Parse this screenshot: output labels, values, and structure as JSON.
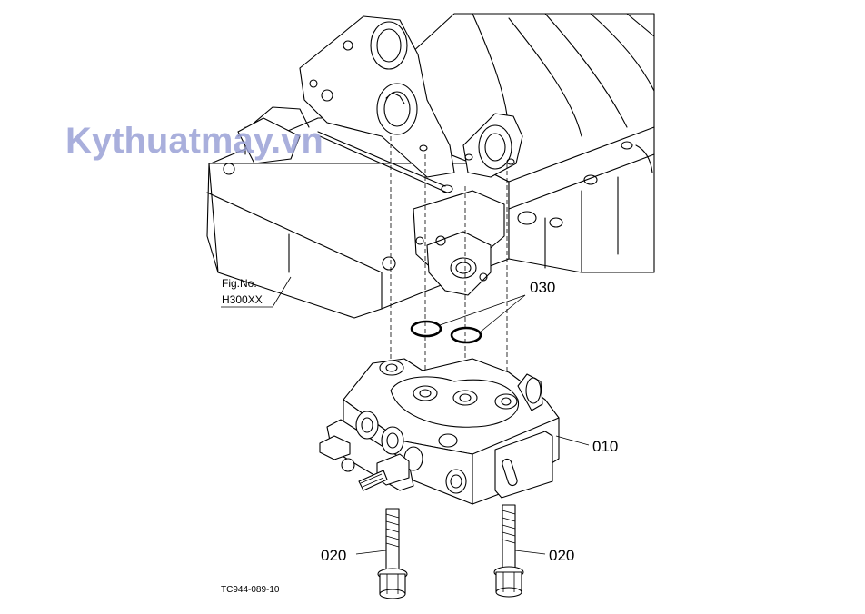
{
  "figure_reference": {
    "line1": "Fig.No.",
    "line2": "H300XX"
  },
  "callouts": {
    "valve_body": "010",
    "bolt_left": "020",
    "bolt_right": "020",
    "o_rings": "030"
  },
  "drawing_code": "TC944-089-10",
  "watermark": "Kythuatmay.vn"
}
